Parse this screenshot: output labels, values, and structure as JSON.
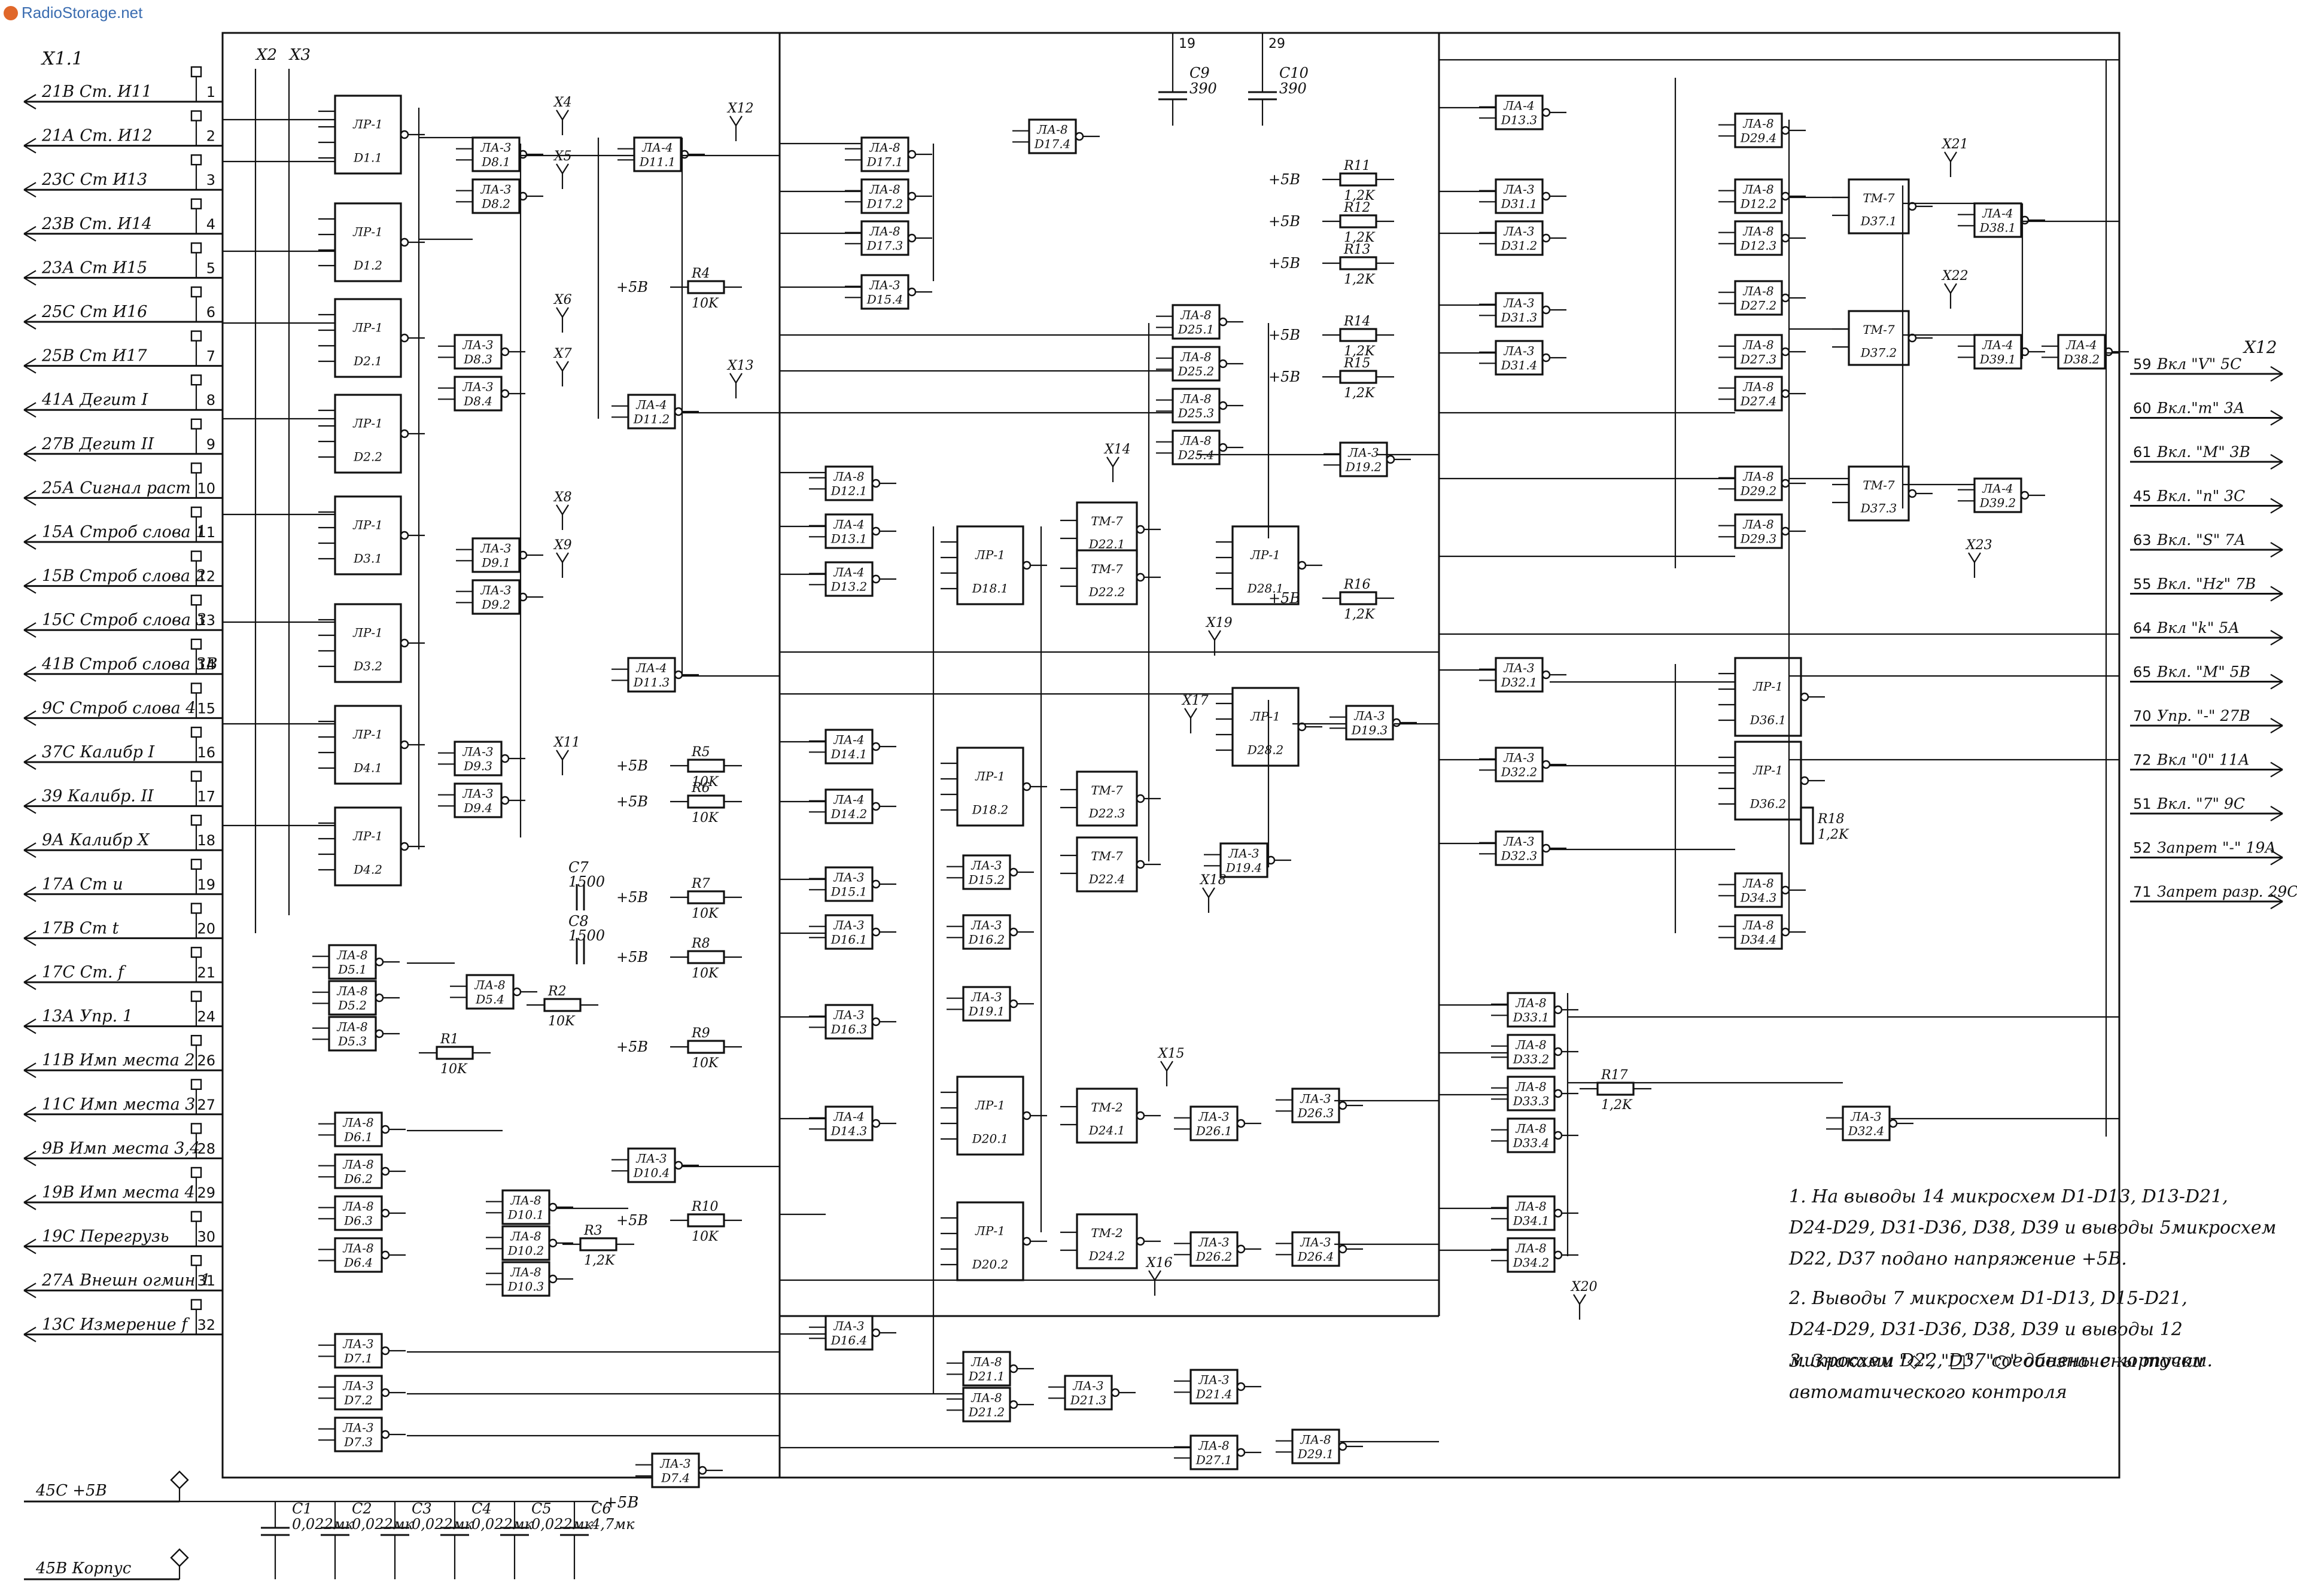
{
  "watermark": "RadioStorage.net",
  "connector_left": "X1.1",
  "connector_right": "X12",
  "connector_marks_top": [
    "X2",
    "X3"
  ],
  "left_signals": [
    {
      "label": "21В  Ст. И11",
      "pin": "1"
    },
    {
      "label": "21А  Ст. И12",
      "pin": "2"
    },
    {
      "label": "23С  Ст И13",
      "pin": "3"
    },
    {
      "label": "23В  Ст. И14",
      "pin": "4"
    },
    {
      "label": "23А  Ст  И15",
      "pin": "5"
    },
    {
      "label": "25С  Ст  И16",
      "pin": "6"
    },
    {
      "label": "25В  Ст  И17",
      "pin": "7"
    },
    {
      "label": "41А  Дегит I",
      "pin": "8"
    },
    {
      "label": "27В  Дегит II",
      "pin": "9"
    },
    {
      "label": "25А  Сигнал раст",
      "pin": "10"
    },
    {
      "label": "15А Строб слова 1",
      "pin": "11"
    },
    {
      "label": "15В Строб слова 2",
      "pin": "12"
    },
    {
      "label": "15С Строб слова 3",
      "pin": "13"
    },
    {
      "label": "41В  Строб слова 3В",
      "pin": "14"
    },
    {
      "label": "9С  Строб слова 4",
      "pin": "15"
    },
    {
      "label": "37С  Калибр I",
      "pin": "16"
    },
    {
      "label": "39  Калибр. II",
      "pin": "17"
    },
    {
      "label": "9А  Калибр Х",
      "pin": "18"
    },
    {
      "label": "17А  Ст и",
      "pin": "19"
    },
    {
      "label": "17В  Ст t",
      "pin": "20"
    },
    {
      "label": "17С  Ст. f",
      "pin": "21"
    },
    {
      "label": "13А  Упр. 1",
      "pin": "24"
    },
    {
      "label": "11В  Имп места 2",
      "pin": "26"
    },
    {
      "label": "11С  Имп места 3",
      "pin": "27"
    },
    {
      "label": "9В  Имп места 3,4",
      "pin": "28"
    },
    {
      "label": "19В  Имп места 4",
      "pin": "29"
    },
    {
      "label": "19С  Перегрузь",
      "pin": "30"
    },
    {
      "label": "27А  Внешн огмин 1",
      "pin": "31"
    },
    {
      "label": "13С  Измерение f",
      "pin": "32"
    }
  ],
  "power_lines": [
    {
      "label": "45С  +5В"
    },
    {
      "label": "45В  Корпус"
    }
  ],
  "right_outputs": [
    {
      "pin": "59",
      "label": "Вкл \"V\" 5С"
    },
    {
      "pin": "60",
      "label": "Вкл.\"m\" 3А"
    },
    {
      "pin": "61",
      "label": "Вкл. \"M\" 3В"
    },
    {
      "pin": "45",
      "label": "Вкл. \"n\" 3С"
    },
    {
      "pin": "63",
      "label": "Вкл. \"S\" 7А"
    },
    {
      "pin": "55",
      "label": "Вкл. \"Hz\" 7В"
    },
    {
      "pin": "64",
      "label": "Вкл \"k\" 5А"
    },
    {
      "pin": "65",
      "label": "Вкл. \"M\" 5В"
    },
    {
      "pin": "70",
      "label": "Упр. \"-\" 27В"
    },
    {
      "pin": "72",
      "label": "Вкл \"0\" 11А"
    },
    {
      "pin": "51",
      "label": "Вкл. \"7\" 9С"
    },
    {
      "pin": "52",
      "label": "Запрет \"-\" 19А"
    },
    {
      "pin": "71",
      "label": "Запрет разр. 29С"
    }
  ],
  "capacitors_top": [
    {
      "name": "C9",
      "value": "390",
      "pin": "19"
    },
    {
      "name": "C10",
      "value": "390",
      "pin": "29"
    }
  ],
  "capacitors_mid": [
    {
      "name": "C7",
      "value": "1500"
    },
    {
      "name": "C8",
      "value": "1500"
    }
  ],
  "capacitors_bottom": [
    {
      "name": "C1",
      "value": "0,022мк"
    },
    {
      "name": "C2",
      "value": "0,022мк"
    },
    {
      "name": "C3",
      "value": "0,022мк"
    },
    {
      "name": "C4",
      "value": "0,022мк"
    },
    {
      "name": "C5",
      "value": "0,022мк"
    },
    {
      "name": "C6",
      "value": "4,7мк"
    }
  ],
  "bottom_supply_label": "+5В",
  "resistors": [
    {
      "name": "R11",
      "value": "1,2K"
    },
    {
      "name": "R12",
      "value": "1,2K"
    },
    {
      "name": "R13",
      "value": "1,2K"
    },
    {
      "name": "R14",
      "value": "1,2K"
    },
    {
      "name": "R15",
      "value": "1,2K"
    },
    {
      "name": "R16",
      "value": "1,2K"
    },
    {
      "name": "R4",
      "value": "10K"
    },
    {
      "name": "R5",
      "value": "10K"
    },
    {
      "name": "R6",
      "value": "10K"
    },
    {
      "name": "R7",
      "value": "10K"
    },
    {
      "name": "R8",
      "value": "10K"
    },
    {
      "name": "R9",
      "value": "10K"
    },
    {
      "name": "R10",
      "value": "10K"
    },
    {
      "name": "R2",
      "value": "10K"
    },
    {
      "name": "R1",
      "value": "10K"
    },
    {
      "name": "R3",
      "value": "1,2K"
    },
    {
      "name": "R17",
      "value": "1,2K"
    },
    {
      "name": "R18",
      "value": "1,2K"
    }
  ],
  "supply_label": "+5В",
  "gates": [
    {
      "id": "D1.1",
      "type": "ЛР-1"
    },
    {
      "id": "D1.2",
      "type": "ЛР-1"
    },
    {
      "id": "D2.1",
      "type": "ЛР-1"
    },
    {
      "id": "D2.2",
      "type": "ЛР-1"
    },
    {
      "id": "D3.1",
      "type": "ЛР-1"
    },
    {
      "id": "D3.2",
      "type": "ЛР-1"
    },
    {
      "id": "D4.1",
      "type": "ЛР-1"
    },
    {
      "id": "D4.2",
      "type": "ЛР-1"
    },
    {
      "id": "D8.1",
      "type": "ЛА-3"
    },
    {
      "id": "D8.2",
      "type": "ЛА-3"
    },
    {
      "id": "D8.3",
      "type": "ЛА-3"
    },
    {
      "id": "D8.4",
      "type": "ЛА-3"
    },
    {
      "id": "D9.1",
      "type": "ЛА-3"
    },
    {
      "id": "D9.2",
      "type": "ЛА-3"
    },
    {
      "id": "D9.3",
      "type": "ЛА-3"
    },
    {
      "id": "D9.4",
      "type": "ЛА-3"
    },
    {
      "id": "D11.1",
      "type": "ЛА-4"
    },
    {
      "id": "D11.2",
      "type": "ЛА-4"
    },
    {
      "id": "D11.3",
      "type": "ЛА-4"
    },
    {
      "id": "D5.1",
      "type": "ЛА-8"
    },
    {
      "id": "D5.2",
      "type": "ЛА-8"
    },
    {
      "id": "D5.3",
      "type": "ЛА-8"
    },
    {
      "id": "D5.4",
      "type": "ЛА-8"
    },
    {
      "id": "D6.1",
      "type": "ЛА-8"
    },
    {
      "id": "D6.2",
      "type": "ЛА-8"
    },
    {
      "id": "D6.3",
      "type": "ЛА-8"
    },
    {
      "id": "D6.4",
      "type": "ЛА-8"
    },
    {
      "id": "D10.1",
      "type": "ЛА-8"
    },
    {
      "id": "D10.2",
      "type": "ЛА-8"
    },
    {
      "id": "D10.3",
      "type": "ЛА-8"
    },
    {
      "id": "D10.4",
      "type": "ЛА-3"
    },
    {
      "id": "D7.1",
      "type": "ЛА-3"
    },
    {
      "id": "D7.2",
      "type": "ЛА-3"
    },
    {
      "id": "D7.3",
      "type": "ЛА-3"
    },
    {
      "id": "D7.4",
      "type": "ЛА-3"
    },
    {
      "id": "D17.1",
      "type": "ЛА-8"
    },
    {
      "id": "D17.2",
      "type": "ЛА-8"
    },
    {
      "id": "D17.3",
      "type": "ЛА-8"
    },
    {
      "id": "D17.4",
      "type": "ЛА-8"
    },
    {
      "id": "D15.4",
      "type": "ЛА-3"
    },
    {
      "id": "D12.1",
      "type": "ЛА-8"
    },
    {
      "id": "D13.1",
      "type": "ЛА-4"
    },
    {
      "id": "D13.2",
      "type": "ЛА-4"
    },
    {
      "id": "D18.1",
      "type": "ЛР-1"
    },
    {
      "id": "D22.1",
      "type": "ТМ-7"
    },
    {
      "id": "D22.2",
      "type": "ТМ-7"
    },
    {
      "id": "D25.1",
      "type": "ЛА-8"
    },
    {
      "id": "D25.2",
      "type": "ЛА-8"
    },
    {
      "id": "D25.3",
      "type": "ЛА-8"
    },
    {
      "id": "D25.4",
      "type": "ЛА-8"
    },
    {
      "id": "D19.2",
      "type": "ЛА-3"
    },
    {
      "id": "D28.1",
      "type": "ЛР-1"
    },
    {
      "id": "D28.2",
      "type": "ЛР-1"
    },
    {
      "id": "D19.3",
      "type": "ЛА-3"
    },
    {
      "id": "D14.1",
      "type": "ЛА-4"
    },
    {
      "id": "D14.2",
      "type": "ЛА-4"
    },
    {
      "id": "D15.1",
      "type": "ЛА-3"
    },
    {
      "id": "D15.2",
      "type": "ЛА-3"
    },
    {
      "id": "D16.1",
      "type": "ЛА-3"
    },
    {
      "id": "D16.2",
      "type": "ЛА-3"
    },
    {
      "id": "D16.3",
      "type": "ЛА-3"
    },
    {
      "id": "D16.4",
      "type": "ЛА-3"
    },
    {
      "id": "D18.2",
      "type": "ЛР-1"
    },
    {
      "id": "D22.3",
      "type": "ТМ-7"
    },
    {
      "id": "D22.4",
      "type": "ТМ-7"
    },
    {
      "id": "D19.4",
      "type": "ЛА-3"
    },
    {
      "id": "D19.1",
      "type": "ЛА-3"
    },
    {
      "id": "D14.3",
      "type": "ЛА-4"
    },
    {
      "id": "D20.1",
      "type": "ЛР-1"
    },
    {
      "id": "D20.2",
      "type": "ЛР-1"
    },
    {
      "id": "D24.1",
      "type": "ТМ-2"
    },
    {
      "id": "D24.2",
      "type": "ТМ-2"
    },
    {
      "id": "D26.1",
      "type": "ЛА-3"
    },
    {
      "id": "D26.2",
      "type": "ЛА-3"
    },
    {
      "id": "D26.3",
      "type": "ЛА-3"
    },
    {
      "id": "D26.4",
      "type": "ЛА-3"
    },
    {
      "id": "D21.1",
      "type": "ЛА-8"
    },
    {
      "id": "D21.2",
      "type": "ЛА-8"
    },
    {
      "id": "D21.3",
      "type": "ЛА-3"
    },
    {
      "id": "D21.4",
      "type": "ЛА-3"
    },
    {
      "id": "D27.1",
      "type": "ЛА-8"
    },
    {
      "id": "D29.1",
      "type": "ЛА-8"
    },
    {
      "id": "D13.3",
      "type": "ЛА-4"
    },
    {
      "id": "D31.1",
      "type": "ЛА-3"
    },
    {
      "id": "D31.2",
      "type": "ЛА-3"
    },
    {
      "id": "D31.3",
      "type": "ЛА-3"
    },
    {
      "id": "D31.4",
      "type": "ЛА-3"
    },
    {
      "id": "D29.4",
      "type": "ЛА-8"
    },
    {
      "id": "D12.2",
      "type": "ЛА-8"
    },
    {
      "id": "D12.3",
      "type": "ЛА-8"
    },
    {
      "id": "D27.2",
      "type": "ЛА-8"
    },
    {
      "id": "D27.3",
      "type": "ЛА-8"
    },
    {
      "id": "D27.4",
      "type": "ЛА-8"
    },
    {
      "id": "D29.2",
      "type": "ЛА-8"
    },
    {
      "id": "D29.3",
      "type": "ЛА-8"
    },
    {
      "id": "D37.1",
      "type": "ТМ-7"
    },
    {
      "id": "D37.2",
      "type": "ТМ-7"
    },
    {
      "id": "D37.3",
      "type": "ТМ-7"
    },
    {
      "id": "D38.1",
      "type": "ЛА-4"
    },
    {
      "id": "D38.2",
      "type": "ЛА-4"
    },
    {
      "id": "D39.1",
      "type": "ЛА-4"
    },
    {
      "id": "D39.2",
      "type": "ЛА-4"
    },
    {
      "id": "D32.1",
      "type": "ЛА-3"
    },
    {
      "id": "D32.2",
      "type": "ЛА-3"
    },
    {
      "id": "D32.3",
      "type": "ЛА-3"
    },
    {
      "id": "D32.4",
      "type": "ЛА-3"
    },
    {
      "id": "D36.1",
      "type": "ЛР-1"
    },
    {
      "id": "D36.2",
      "type": "ЛР-1"
    },
    {
      "id": "D34.3",
      "type": "ЛА-8"
    },
    {
      "id": "D34.4",
      "type": "ЛА-8"
    },
    {
      "id": "D33.1",
      "type": "ЛА-8"
    },
    {
      "id": "D33.2",
      "type": "ЛА-8"
    },
    {
      "id": "D33.3",
      "type": "ЛА-8"
    },
    {
      "id": "D33.4",
      "type": "ЛА-8"
    },
    {
      "id": "D34.1",
      "type": "ЛА-8"
    },
    {
      "id": "D34.2",
      "type": "ЛА-8"
    }
  ],
  "test_points": [
    "X4",
    "X5",
    "X6",
    "X7",
    "X8",
    "X9",
    "X11",
    "X12",
    "X13",
    "X14",
    "X15",
    "X16",
    "X17",
    "X18",
    "X19",
    "X20",
    "X21",
    "X22",
    "X23"
  ],
  "notes": [
    "1. На выводы 14 микросхем D1-D13, D13-D21, D24-D29, D31-D36, D38, D39 и выводы 5микросхем D22, D37 подано напряжение +5В.",
    "2. Выводы 7 микросхем D1-D13, D15-D21, D24-D29, D31-D36, D38, D39 и выводы 12 микросхем D22, D37 соединены с корпусом.",
    "3. Знаками \"◇\", \"□\", \"○\" обозначены точки автоматического контроля"
  ]
}
